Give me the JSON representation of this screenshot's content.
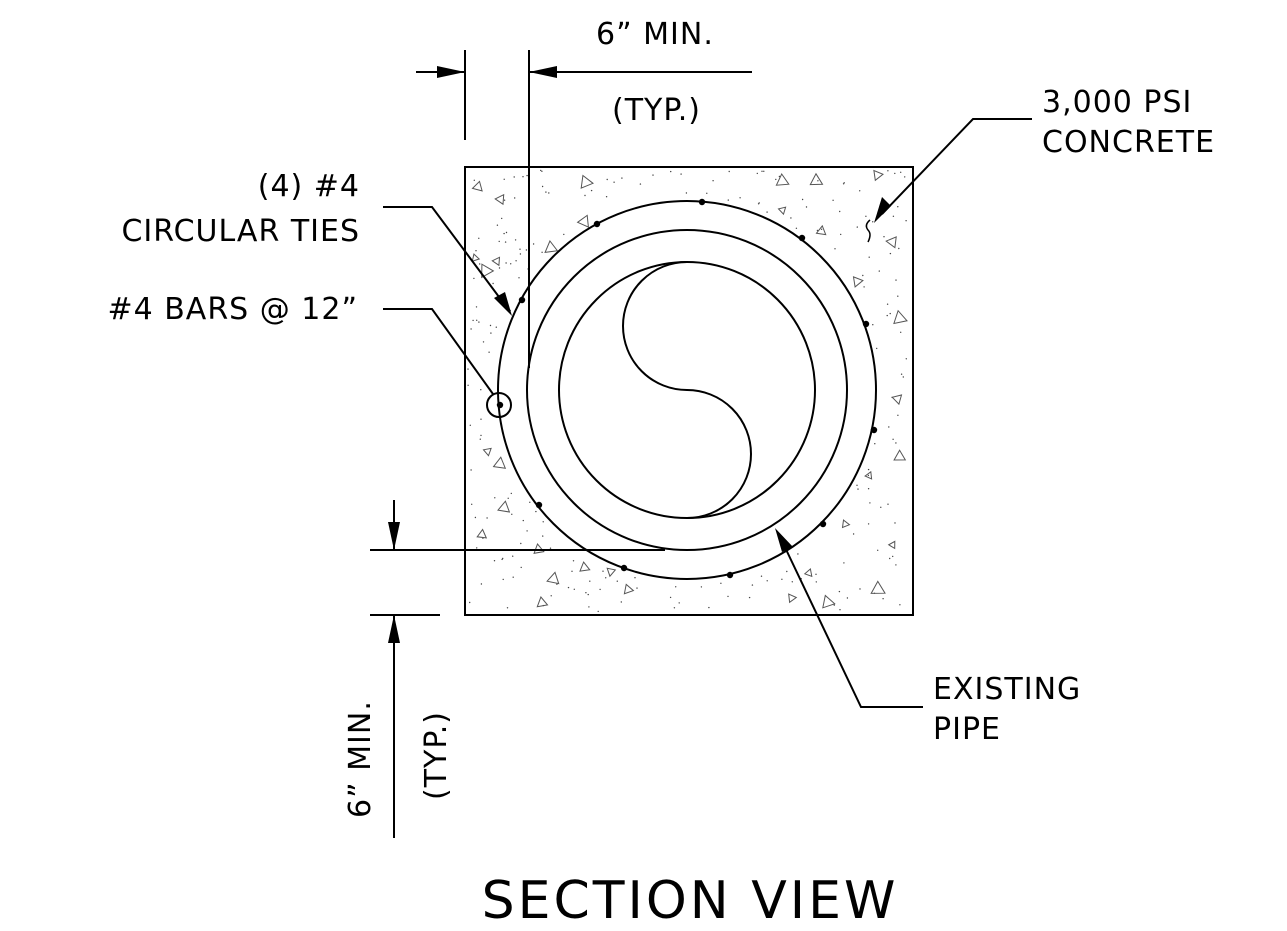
{
  "labels": {
    "dim_top_value": "6” MIN.",
    "dim_top_note": "(TYP.)",
    "dim_left_value": "6” MIN.",
    "dim_left_note": "(TYP.)",
    "concrete_line1": "3,000 PSI",
    "concrete_line2": "CONCRETE",
    "ties_line1": "(4) #4",
    "ties_line2": "CIRCULAR TIES",
    "bars": "#4 BARS @ 12”",
    "pipe_line1": "EXISTING",
    "pipe_line2": "PIPE",
    "view_title": "SECTION VIEW"
  }
}
